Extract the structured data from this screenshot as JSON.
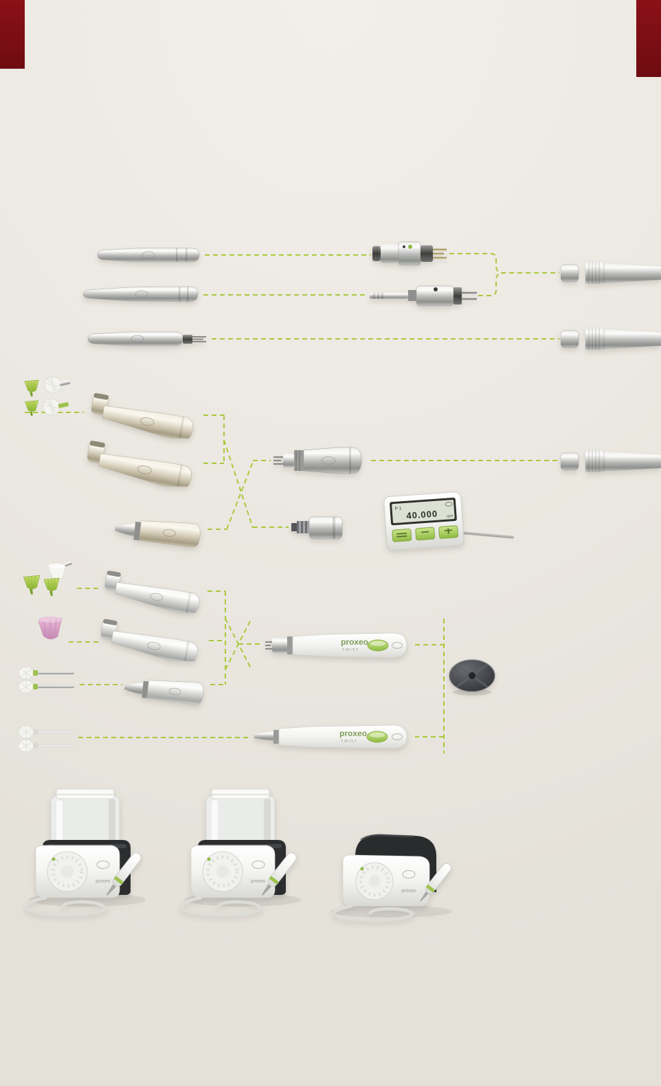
{
  "theme": {
    "background": "#ebe8e1",
    "connector_green": "#a9c93c",
    "accent_red": "#7a1016"
  },
  "control_unit": {
    "program": "P 1",
    "speed": "40.000",
    "speed_unit": "rpm"
  },
  "twist_handpiece_top": {
    "brand": "proxeo",
    "series": "TWIST"
  },
  "twist_handpiece_bottom": {
    "brand": "proxeo",
    "series": "TWIST"
  },
  "scaler_left": {
    "brand": "proxeo"
  },
  "scaler_middle": {
    "brand": "proxeo"
  },
  "scaler_right": {
    "brand": "proxeo"
  }
}
